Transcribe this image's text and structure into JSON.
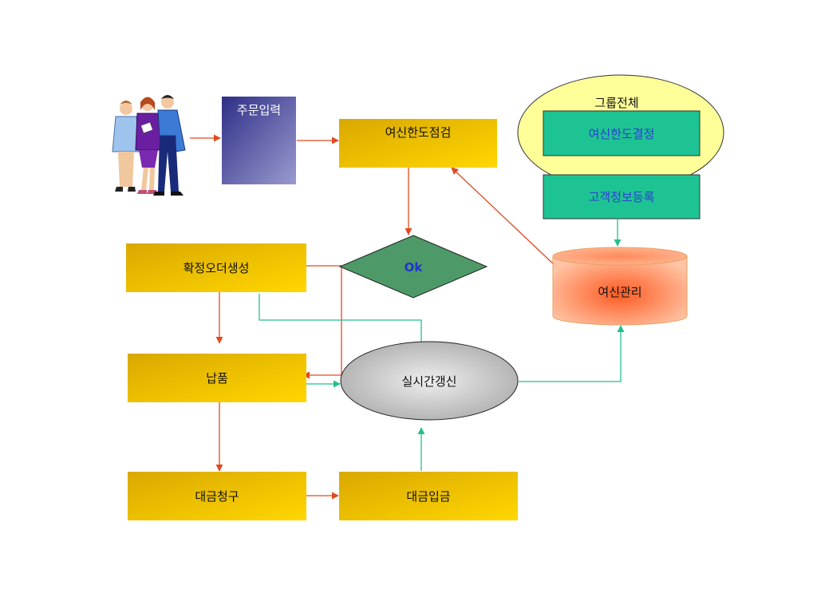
{
  "nodes": {
    "order_input": "주문입력",
    "credit_limit_check": "여신한도점검",
    "group_overall": "그룹전체",
    "credit_limit_decision": "여신한도결정",
    "customer_info_registration": "고객정보등록",
    "credit_management": "여신관리",
    "ok_decision": "Ok",
    "confirmed_order_creation": "확정오더생성",
    "realtime_update": "실시간갱신",
    "delivery": "납품",
    "billing": "대금청구",
    "payment_receipt": "대금입금"
  },
  "colors": {
    "process_gold_dark": "#d9a800",
    "process_gold_light": "#ffd700",
    "order_input_dark": "#2e2f86",
    "order_input_light": "#9a9ad0",
    "teal_box": "#1ec394",
    "yellow_ellipse": "#ffff99",
    "diamond": "#4d9a68",
    "cylinder_outer": "#ffb48c",
    "cylinder_center": "#ff6a33",
    "gray_ellipse": "#c6c6c6",
    "arrow_red": "#e04a1e",
    "arrow_teal": "#22c08e"
  },
  "icons": [
    "people-group-icon"
  ]
}
